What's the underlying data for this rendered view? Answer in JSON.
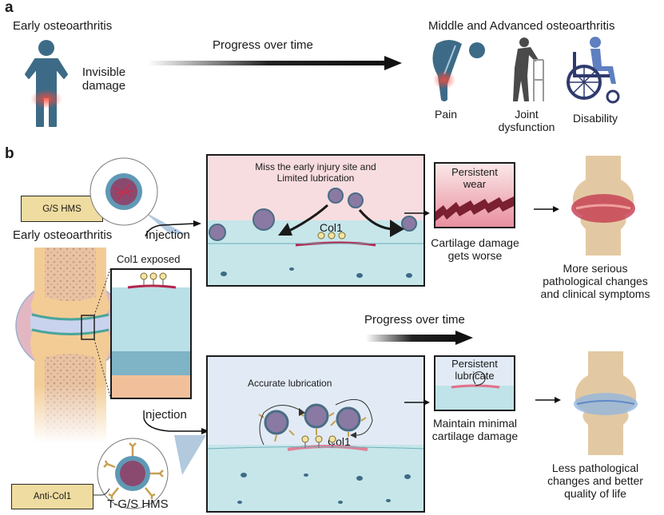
{
  "panel_a": {
    "label": "a",
    "early_title": "Early osteoarthritis",
    "early_note": [
      "Invisible",
      "damage"
    ],
    "progress_label": "Progress over time",
    "advanced_title": "Middle and Advanced osteoarthritis",
    "symptoms": [
      {
        "icon": "bent-person-pain-icon",
        "label": [
          "Pain"
        ]
      },
      {
        "icon": "person-walker-icon",
        "label": [
          "Joint",
          "dysfunction"
        ]
      },
      {
        "icon": "wheelchair-icon",
        "label": [
          "Disability"
        ]
      }
    ]
  },
  "panel_b": {
    "label": "b",
    "gs_tag": "G/S HMS",
    "early_title": "Early osteoarthritis",
    "injection_top": "Injection",
    "col1_exposed": "Col1 exposed",
    "top_box": {
      "title": [
        "Miss the  early injury site and",
        "Limited lubrication"
      ],
      "col1": "Col1"
    },
    "wear_box": {
      "title": [
        "Persistent",
        "wear"
      ]
    },
    "wear_caption": [
      "Cartilage damage",
      "gets worse"
    ],
    "outcome_bad": [
      "More serious",
      "pathological changes",
      "and clinical symptoms"
    ],
    "progress_label": "Progress over time",
    "injection_bottom": "Injection",
    "bottom_box": {
      "title": "Accurate lubrication",
      "col1": "Col1"
    },
    "lub_box": {
      "title": [
        "Persistent",
        "lubricate"
      ]
    },
    "lub_caption": [
      "Maintain minimal",
      "cartilage damage"
    ],
    "outcome_good": [
      "Less pathological",
      "changes and better",
      "quality of life"
    ],
    "anti_tag": "Anti-Col1",
    "tgs_label": "T-G/S HMS"
  },
  "colors": {
    "figure_blue": "#3d6b87",
    "pain_red": "#e8413c",
    "walker_gray": "#4a4a4a",
    "wheelchair_navy": "#2f3a6e",
    "tag_fill": "#efdca0",
    "cartilage_blue": "#a9dbe4",
    "damage_pink": "#f7dede",
    "lub_bg": "#e2ebf5"
  }
}
